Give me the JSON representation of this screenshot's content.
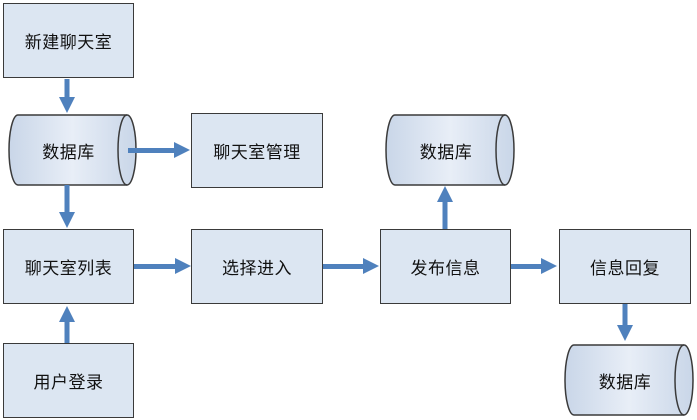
{
  "nodes": {
    "new_chatroom": "新建聊天室",
    "database_1": "数据库",
    "chatroom_management": "聊天室管理",
    "chatroom_list": "聊天室列表",
    "user_login": "用户登录",
    "select_enter": "选择进入",
    "publish_message": "发布信息",
    "database_2": "数据库",
    "message_reply": "信息回复",
    "database_3": "数据库"
  },
  "colors": {
    "box_fill": "#dce6f2",
    "border": "#3a3a3a",
    "arrow": "#4f81bd"
  }
}
